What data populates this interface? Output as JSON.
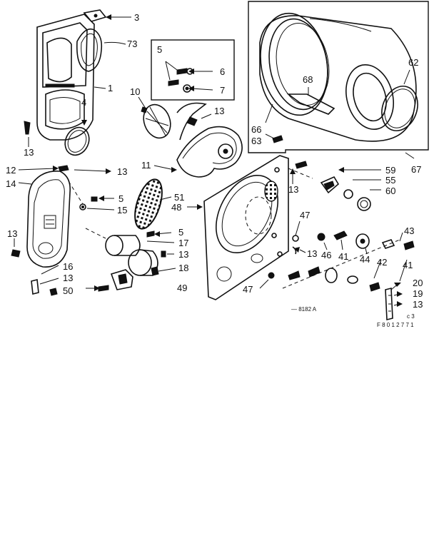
{
  "diagram": {
    "callouts": {
      "c3": "3",
      "c73": "73",
      "c1": "1",
      "c4": "4",
      "c13a": "13",
      "c5a": "5",
      "c6": "6",
      "c7": "7",
      "c10": "10",
      "c13b": "13",
      "c11": "11",
      "c12": "12",
      "c13c": "13",
      "c14": "14",
      "c5b": "5",
      "c15": "15",
      "c51": "51",
      "c48": "48",
      "c5c": "5",
      "c17": "17",
      "c13d": "13",
      "c18": "18",
      "c13e": "13",
      "c16": "16",
      "c13f": "13",
      "c50": "50",
      "c49": "49",
      "c68": "68",
      "c62": "62",
      "c66": "66",
      "c63": "63",
      "c67": "67",
      "c13g": "13",
      "c59": "59",
      "c55": "55",
      "c60": "60",
      "c47a": "47",
      "c13h": "13",
      "c46": "46",
      "c41a": "41",
      "c44": "44",
      "c42": "42",
      "c43": "43",
      "c41b": "41",
      "c47b": "47",
      "c20": "20",
      "c19": "19",
      "c13i": "13"
    },
    "figure_codes": {
      "code1": "— 8182 A",
      "code2": "c 3",
      "code3": "F 8 0 1 2 7 7 1"
    }
  }
}
